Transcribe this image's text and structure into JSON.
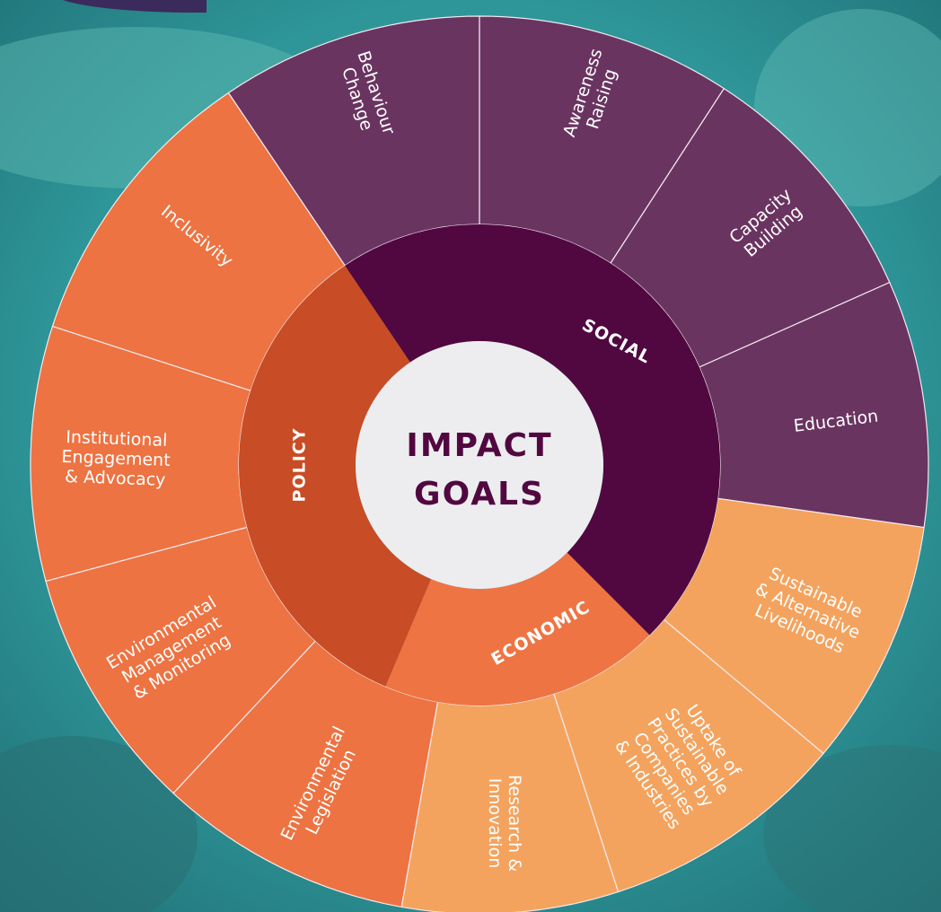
{
  "colors": {
    "social_inner": "#510840",
    "social_outer": "#6A3461",
    "policy_inner": "#C84C25",
    "policy_outer": "#ED7342",
    "economic_inner": "#EE7443",
    "economic_outer": "#F4A35E",
    "center_fill": "#EDEDEF",
    "center_text": "#510840",
    "divider": "#F3E9EE",
    "background": "#3FA9AE"
  },
  "center": {
    "line1": "IMPACT",
    "line2": "GOALS"
  },
  "categories": [
    {
      "key": "social",
      "label": "SOCIAL"
    },
    {
      "key": "policy",
      "label": "POLICY"
    },
    {
      "key": "economic",
      "label": "ECONOMIC"
    }
  ],
  "goals": [
    {
      "category": "social",
      "lines": [
        "Behaviour",
        "Change"
      ]
    },
    {
      "category": "social",
      "lines": [
        "Awareness",
        "Raising"
      ]
    },
    {
      "category": "social",
      "lines": [
        "Capacity",
        "Building"
      ]
    },
    {
      "category": "social",
      "lines": [
        "Education"
      ]
    },
    {
      "category": "economic",
      "lines": [
        "Sustainable",
        "& Alternative",
        "Livelihoods"
      ]
    },
    {
      "category": "economic",
      "lines": [
        "Uptake of",
        "Sustainable",
        "Practices by",
        "Companies",
        "& Industries"
      ]
    },
    {
      "category": "economic",
      "lines": [
        "Research &",
        "Innovation"
      ]
    },
    {
      "category": "policy",
      "lines": [
        "Environmental",
        "Legislation"
      ]
    },
    {
      "category": "policy",
      "lines": [
        "Environmental",
        "Management",
        "& Monitoring"
      ]
    },
    {
      "category": "policy",
      "lines": [
        "Institutional",
        "Engagement",
        "& Advocacy"
      ]
    },
    {
      "category": "policy",
      "lines": [
        "Inclusivity"
      ]
    }
  ]
}
